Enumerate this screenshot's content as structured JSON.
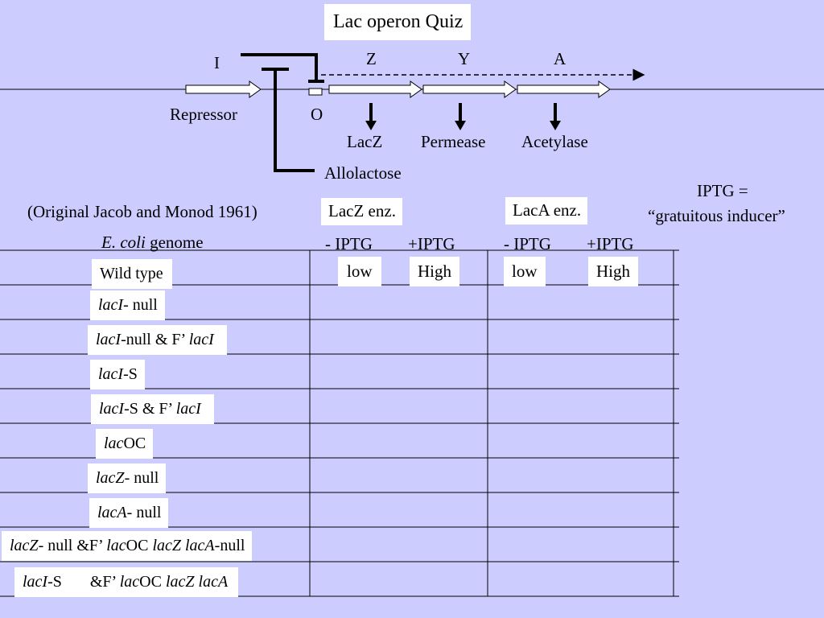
{
  "title": "Lac operon Quiz",
  "genes": {
    "i": "I",
    "z": "Z",
    "y": "Y",
    "a": "A",
    "o": "O"
  },
  "products": {
    "repressor": "Repressor",
    "lacz": "LacZ",
    "permease": "Permease",
    "acetylase": "Acetylase",
    "allolactose": "Allolactose"
  },
  "reference": "(Original Jacob and Monod 1961)",
  "iptg_note": {
    "line1": "IPTG =",
    "line2": "“gratuitous inducer”"
  },
  "table": {
    "genome_header": {
      "species": "E. coli",
      "rest": " genome"
    },
    "lacz_header": "LacZ enz.",
    "laca_header": "LacA enz.",
    "conditions": [
      "- IPTG",
      "+IPTG",
      "- IPTG",
      "+IPTG"
    ],
    "wild_type_values": [
      "low",
      "High",
      "low",
      "High"
    ],
    "rows": [
      {
        "parts": [
          {
            "text": "Wild type",
            "italic": false
          }
        ]
      },
      {
        "parts": [
          {
            "text": "lacI",
            "italic": true
          },
          {
            "text": "- null",
            "italic": false
          }
        ]
      },
      {
        "parts": [
          {
            "text": "lacI",
            "italic": true
          },
          {
            "text": "-null & F’ ",
            "italic": false
          },
          {
            "text": "lacI",
            "italic": true
          }
        ]
      },
      {
        "parts": [
          {
            "text": "lacI",
            "italic": true
          },
          {
            "text": "-S",
            "italic": false
          }
        ]
      },
      {
        "parts": [
          {
            "text": "lacI",
            "italic": true
          },
          {
            "text": "-S & F’ ",
            "italic": false
          },
          {
            "text": "lacI",
            "italic": true
          }
        ]
      },
      {
        "parts": [
          {
            "text": "lac",
            "italic": true
          },
          {
            "text": "OC",
            "italic": false
          }
        ]
      },
      {
        "parts": [
          {
            "text": "lacZ",
            "italic": true
          },
          {
            "text": "- null",
            "italic": false
          }
        ]
      },
      {
        "parts": [
          {
            "text": "lacA",
            "italic": true
          },
          {
            "text": "- null",
            "italic": false
          }
        ]
      },
      {
        "parts": [
          {
            "text": "lacZ",
            "italic": true
          },
          {
            "text": "- null &F’ ",
            "italic": false
          },
          {
            "text": "lac",
            "italic": true
          },
          {
            "text": "OC ",
            "italic": false
          },
          {
            "text": "lacZ lacA",
            "italic": true
          },
          {
            "text": "-null",
            "italic": false
          }
        ]
      },
      {
        "parts": [
          {
            "text": "lacI",
            "italic": true
          },
          {
            "text": "-S       &F’ ",
            "italic": false
          },
          {
            "text": "lac",
            "italic": true
          },
          {
            "text": "OC ",
            "italic": false
          },
          {
            "text": "lacZ lacA",
            "italic": true
          }
        ]
      }
    ]
  }
}
